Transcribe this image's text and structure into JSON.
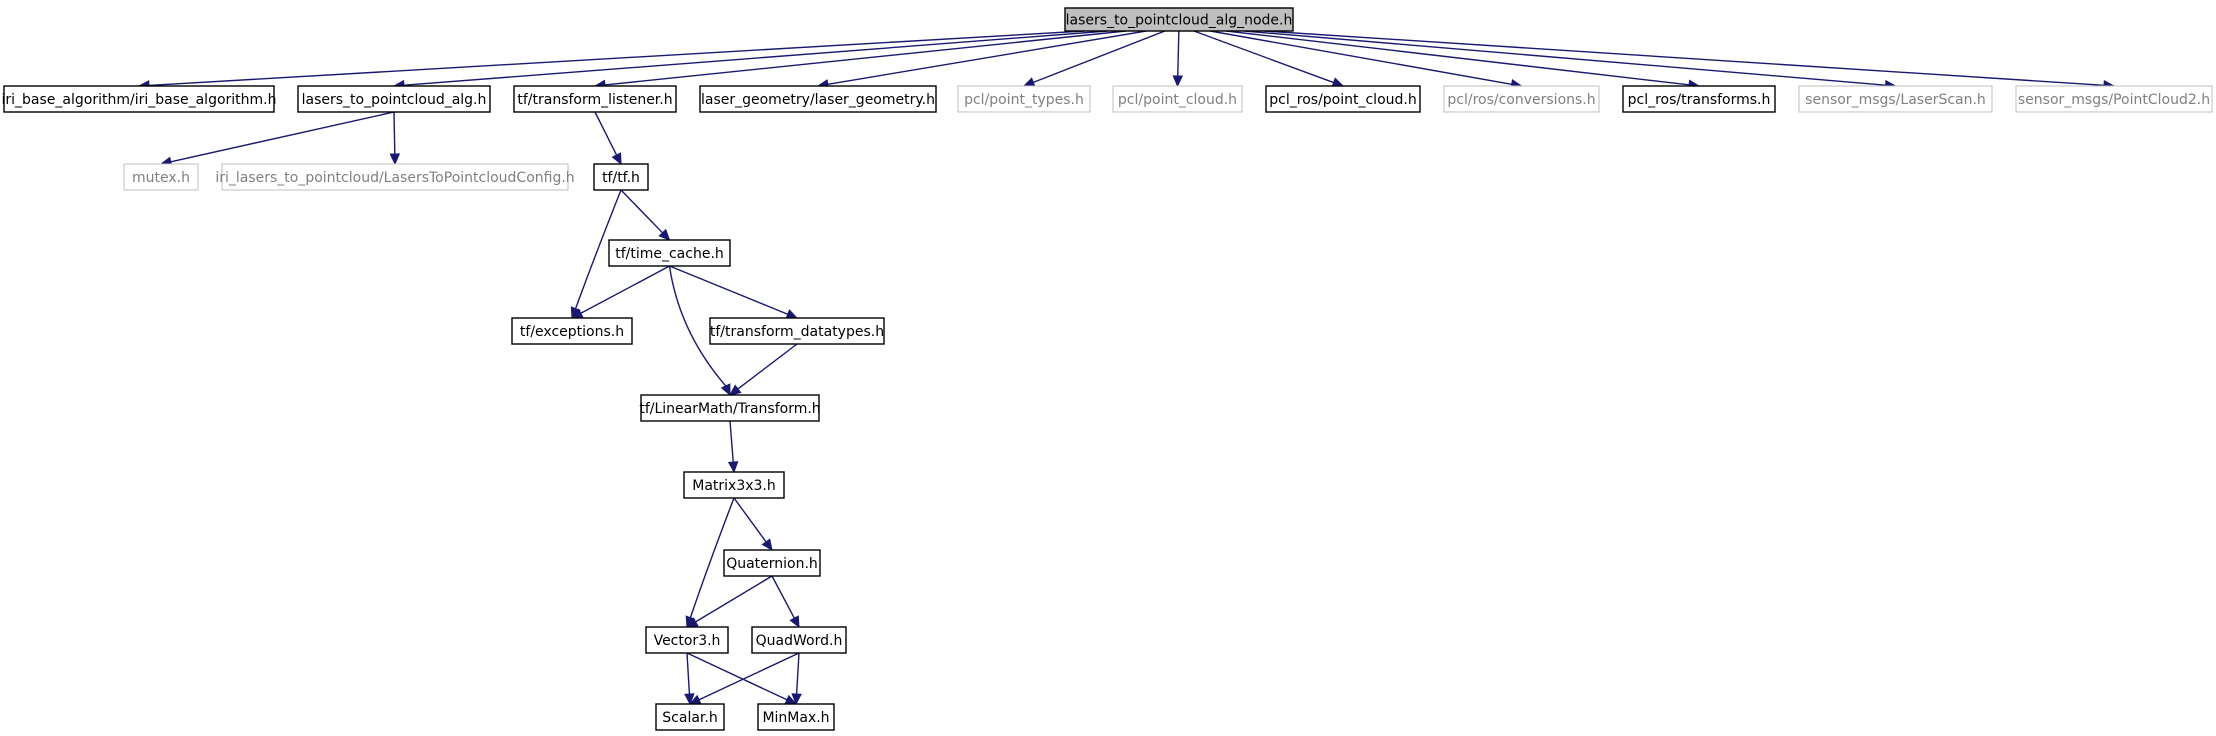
{
  "diagram": {
    "nodes": [
      {
        "id": "root",
        "label": "lasers_to_pointcloud_alg_node.h",
        "kind": "root"
      },
      {
        "id": "iriba",
        "label": "iri_base_algorithm/iri_base_algorithm.h",
        "kind": "documented"
      },
      {
        "id": "alg",
        "label": "lasers_to_pointcloud_alg.h",
        "kind": "documented"
      },
      {
        "id": "tfl",
        "label": "tf/transform_listener.h",
        "kind": "documented"
      },
      {
        "id": "lg",
        "label": "laser_geometry/laser_geometry.h",
        "kind": "documented"
      },
      {
        "id": "pt",
        "label": "pcl/point_types.h",
        "kind": "external"
      },
      {
        "id": "pc",
        "label": "pcl/point_cloud.h",
        "kind": "external"
      },
      {
        "id": "rospc",
        "label": "pcl_ros/point_cloud.h",
        "kind": "documented"
      },
      {
        "id": "conv",
        "label": "pcl/ros/conversions.h",
        "kind": "external"
      },
      {
        "id": "rostf",
        "label": "pcl_ros/transforms.h",
        "kind": "documented"
      },
      {
        "id": "ls",
        "label": "sensor_msgs/LaserScan.h",
        "kind": "external"
      },
      {
        "id": "pc2",
        "label": "sensor_msgs/PointCloud2.h",
        "kind": "external"
      },
      {
        "id": "mutex",
        "label": "mutex.h",
        "kind": "external"
      },
      {
        "id": "cfg",
        "label": "iri_lasers_to_pointcloud/LasersToPointcloudConfig.h",
        "kind": "external"
      },
      {
        "id": "tf",
        "label": "tf/tf.h",
        "kind": "documented"
      },
      {
        "id": "tc",
        "label": "tf/time_cache.h",
        "kind": "documented"
      },
      {
        "id": "exc",
        "label": "tf/exceptions.h",
        "kind": "documented"
      },
      {
        "id": "tdt",
        "label": "tf/transform_datatypes.h",
        "kind": "documented"
      },
      {
        "id": "lmt",
        "label": "tf/LinearMath/Transform.h",
        "kind": "documented"
      },
      {
        "id": "m33",
        "label": "Matrix3x3.h",
        "kind": "documented"
      },
      {
        "id": "quat",
        "label": "Quaternion.h",
        "kind": "documented"
      },
      {
        "id": "vec3",
        "label": "Vector3.h",
        "kind": "documented"
      },
      {
        "id": "qw",
        "label": "QuadWord.h",
        "kind": "documented"
      },
      {
        "id": "scalar",
        "label": "Scalar.h",
        "kind": "documented"
      },
      {
        "id": "minmax",
        "label": "MinMax.h",
        "kind": "documented"
      }
    ],
    "edges": [
      [
        "root",
        "iriba"
      ],
      [
        "root",
        "alg"
      ],
      [
        "root",
        "tfl"
      ],
      [
        "root",
        "lg"
      ],
      [
        "root",
        "pt"
      ],
      [
        "root",
        "pc"
      ],
      [
        "root",
        "rospc"
      ],
      [
        "root",
        "conv"
      ],
      [
        "root",
        "rostf"
      ],
      [
        "root",
        "ls"
      ],
      [
        "root",
        "pc2"
      ],
      [
        "alg",
        "mutex"
      ],
      [
        "alg",
        "cfg"
      ],
      [
        "tfl",
        "tf"
      ],
      [
        "tf",
        "exc"
      ],
      [
        "tf",
        "tc"
      ],
      [
        "tc",
        "exc"
      ],
      [
        "tc",
        "lmt"
      ],
      [
        "tc",
        "tdt"
      ],
      [
        "tdt",
        "lmt"
      ],
      [
        "lmt",
        "m33"
      ],
      [
        "m33",
        "vec3"
      ],
      [
        "m33",
        "quat"
      ],
      [
        "quat",
        "vec3"
      ],
      [
        "quat",
        "qw"
      ],
      [
        "vec3",
        "scalar"
      ],
      [
        "vec3",
        "minmax"
      ],
      [
        "qw",
        "scalar"
      ],
      [
        "qw",
        "minmax"
      ]
    ],
    "colors": {
      "edge": "#191970",
      "root_fill": "#bfbfbf",
      "documented_border": "#000000",
      "external_border": "#bfbfbf",
      "external_text": "#808080"
    }
  }
}
